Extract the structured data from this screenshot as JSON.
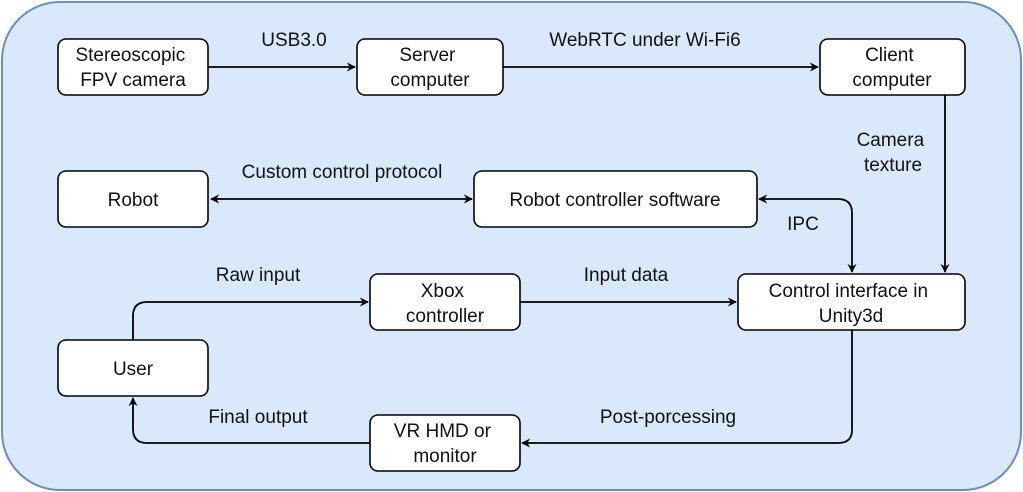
{
  "colors": {
    "panel_fill": "#dae8fc",
    "panel_stroke": "#6c8ebf",
    "node_fill": "#ffffff",
    "line": "#000000"
  },
  "nodes": {
    "camera": {
      "line1": "Stereoscopic",
      "line2": "FPV camera"
    },
    "server": {
      "line1": "Server",
      "line2": "computer"
    },
    "client": {
      "line1": "Client",
      "line2": "computer"
    },
    "robot": {
      "line1": "Robot"
    },
    "robot_controller": {
      "line1": "Robot controller software"
    },
    "xbox": {
      "line1": "Xbox",
      "line2": "controller"
    },
    "control_interface": {
      "line1": "Control interface in",
      "line2": "Unity3d"
    },
    "user": {
      "line1": "User"
    },
    "hmd": {
      "line1": "VR HMD or",
      "line2": "monitor"
    }
  },
  "edges": {
    "camera_server": "USB3.0",
    "server_client": "WebRTC under Wi-Fi6",
    "client_interface": {
      "line1": "Camera",
      "line2": "texture"
    },
    "robot_controller": "Custom control protocol",
    "controller_interface": "IPC",
    "user_xbox": "Raw input",
    "xbox_interface": "Input data",
    "interface_hmd": "Post-porcessing",
    "hmd_user": "Final output"
  }
}
